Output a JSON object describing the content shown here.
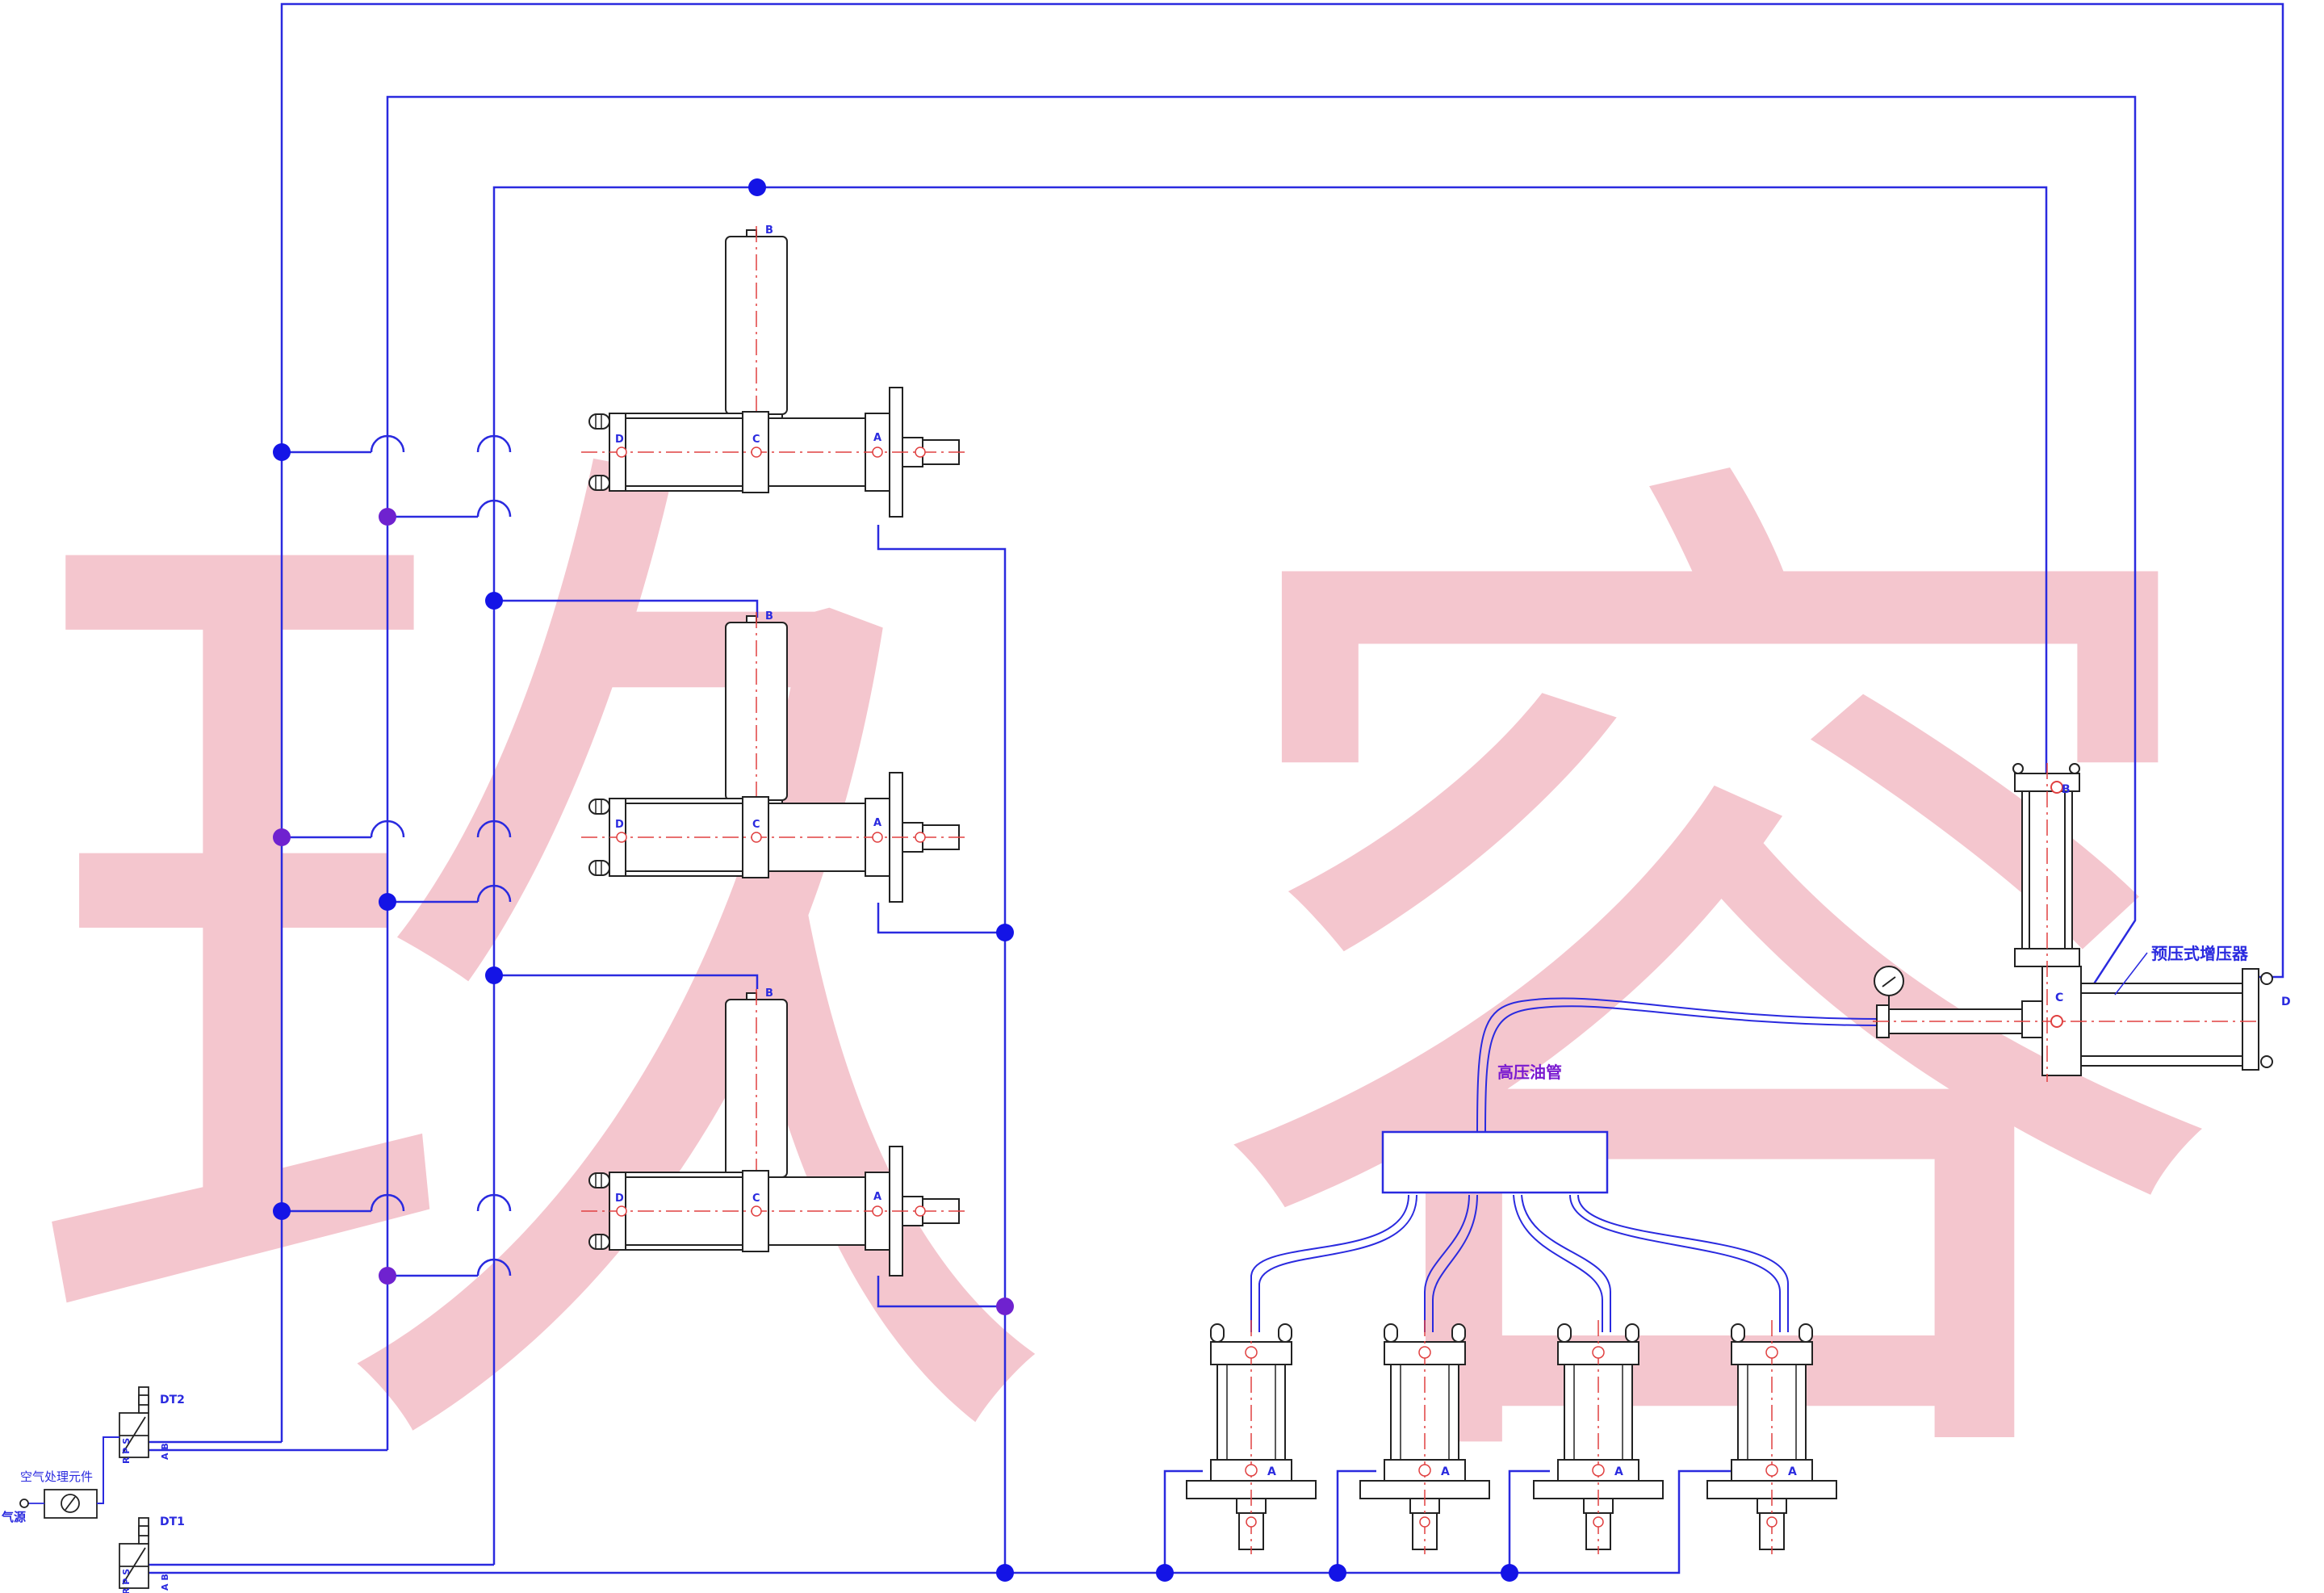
{
  "watermark": {
    "char1": "玖",
    "char2": "容",
    "color": "#f2b8c3"
  },
  "colors": {
    "line": "#2a2adf",
    "dot": "#1414e6",
    "dot_purple": "#6f22cf",
    "centerline": "#e04040",
    "part": "#222222"
  },
  "labels": {
    "booster": "预压式增压器",
    "hose": "高压油管",
    "air_unit": "空气处理元件",
    "air_source": "气源",
    "valve_top": "DT2",
    "valve_bottom": "DT1",
    "valve_ports": "R P S",
    "valve_ab": "A B"
  },
  "port_letters": {
    "a": "A",
    "b": "B",
    "c": "C",
    "d": "D"
  },
  "cylinders_left": [
    {
      "id": "cyl-1",
      "ports": [
        "B",
        "D",
        "C",
        "A"
      ]
    },
    {
      "id": "cyl-2",
      "ports": [
        "B",
        "D",
        "C",
        "A"
      ]
    },
    {
      "id": "cyl-3",
      "ports": [
        "B",
        "D",
        "C",
        "A"
      ]
    }
  ],
  "cylinders_bottom": [
    {
      "id": "press-1",
      "port": "A"
    },
    {
      "id": "press-2",
      "port": "A"
    },
    {
      "id": "press-3",
      "port": "A"
    },
    {
      "id": "press-4",
      "port": "A"
    }
  ]
}
